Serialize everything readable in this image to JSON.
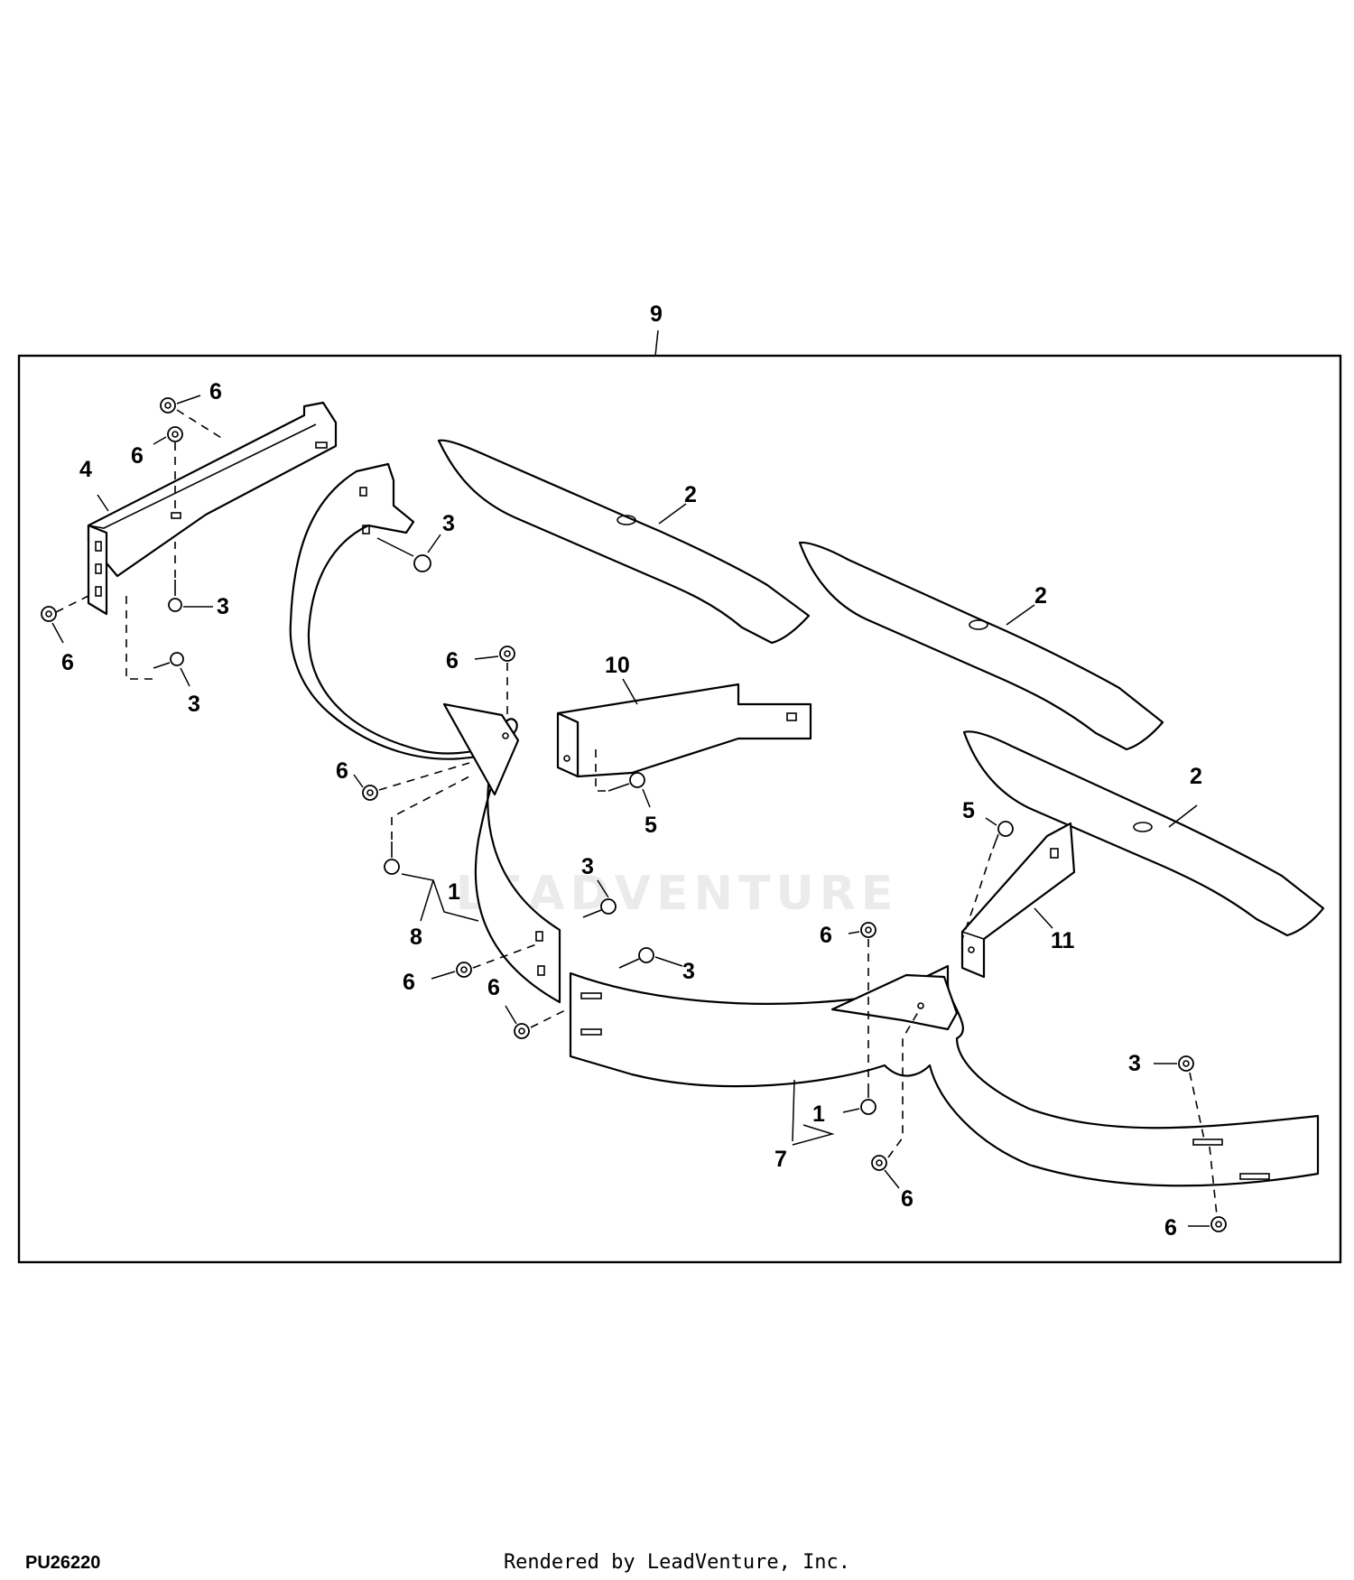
{
  "callouts": {
    "c9": "9",
    "c4": "4",
    "c6a": "6",
    "c6b": "6",
    "c6c": "6",
    "c3a": "3",
    "c3b": "3",
    "c3c": "3",
    "c2a": "2",
    "c2b": "2",
    "c2c": "2",
    "c10": "10",
    "c6d": "6",
    "c6e": "6",
    "c5a": "5",
    "c5b": "5",
    "c1a": "1",
    "c8": "8",
    "c3d": "3",
    "c3e": "3",
    "c6f": "6",
    "c6g": "6",
    "c11": "11",
    "c6h": "6",
    "c3f": "3",
    "c1b": "1",
    "c7": "7",
    "c6i": "6",
    "c6j": "6"
  },
  "figure_id": "PU26220",
  "render_credit": "Rendered by LeadVenture, Inc.",
  "watermark": "LEADVENTURE"
}
